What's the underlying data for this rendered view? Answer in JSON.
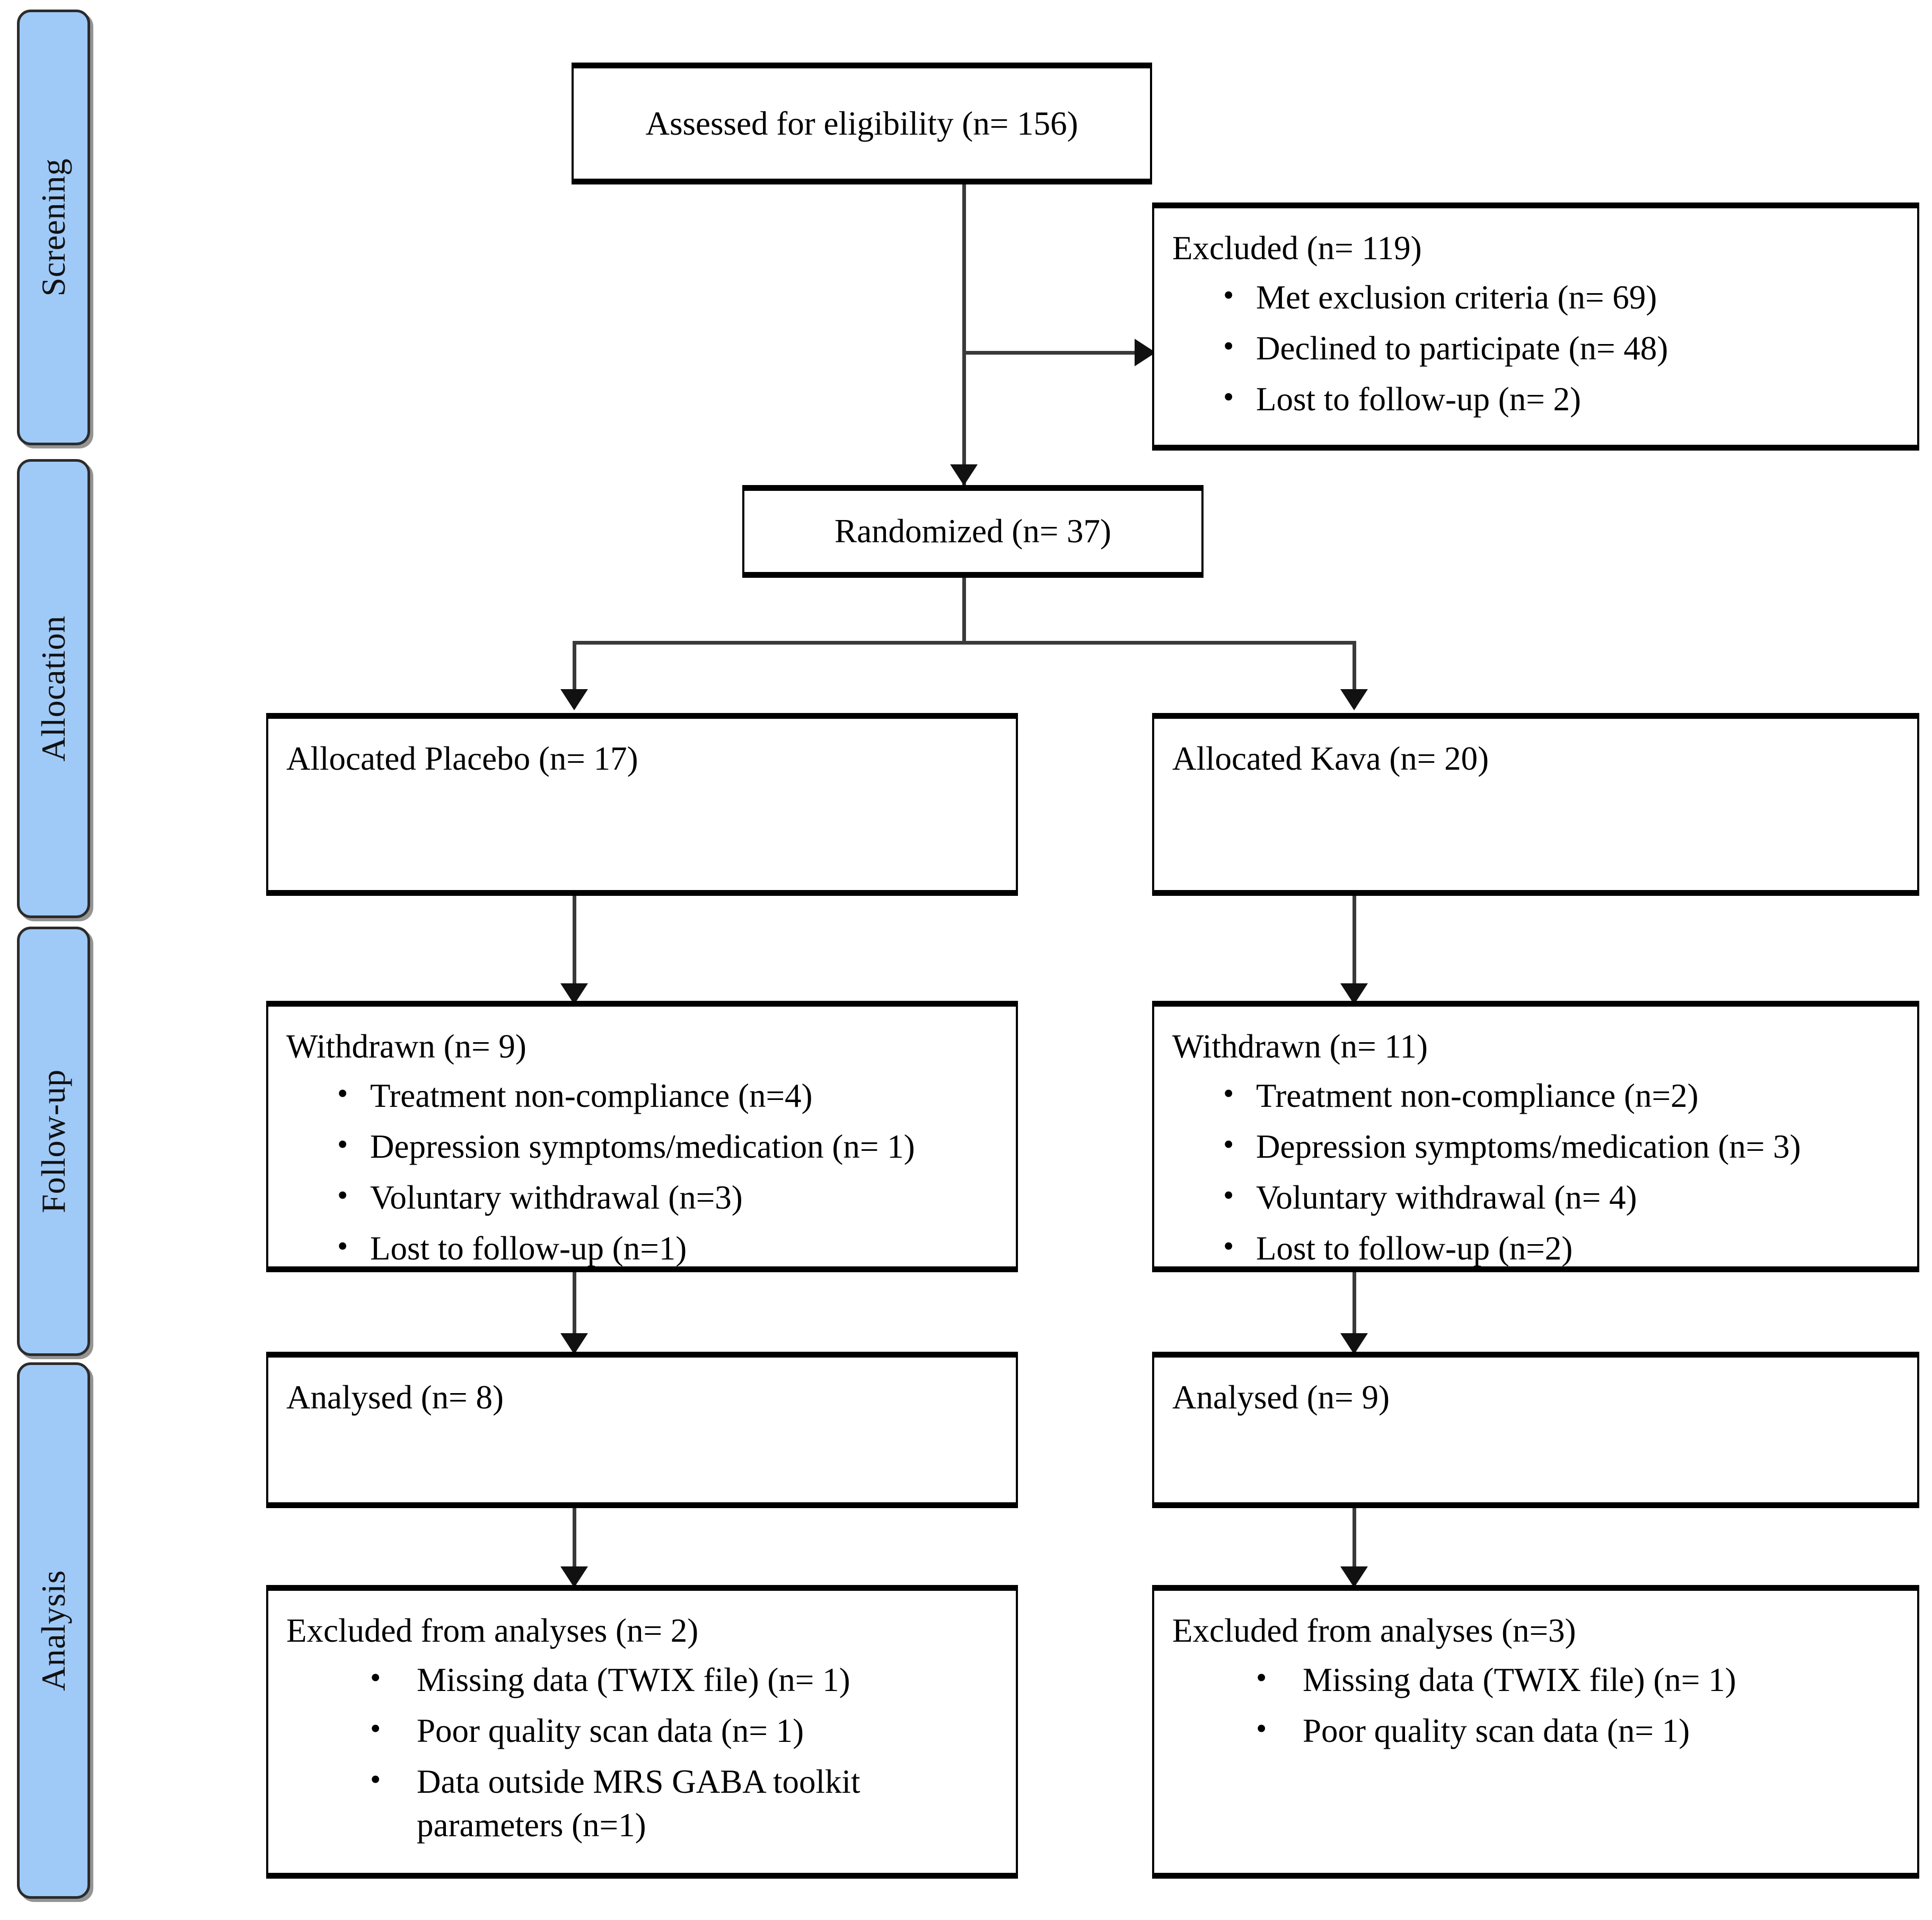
{
  "figure": {
    "type": "consort-flow-diagram",
    "accent_color": "#9FC9F7",
    "line_color": "#3a3a3a",
    "box_border_color": "#000000"
  },
  "stages": [
    {
      "label": "Screening"
    },
    {
      "label": "Allocation"
    },
    {
      "label": "Follow-up"
    },
    {
      "label": "Analysis"
    }
  ],
  "nodes": {
    "assessed": {
      "head": "Assessed for eligibility (n= 156)"
    },
    "excluded": {
      "head": "Excluded (n= 119)",
      "bullets": [
        "Met exclusion criteria (n= 69)",
        "Declined to participate (n= 48)",
        "Lost to follow-up (n= 2)"
      ]
    },
    "randomized": {
      "head": "Randomized (n= 37)"
    },
    "allocated_placebo": {
      "head": "Allocated Placebo (n= 17)"
    },
    "allocated_kava": {
      "head": "Allocated Kava (n= 20)"
    },
    "withdrawn_placebo": {
      "head": "Withdrawn (n= 9)",
      "bullets": [
        "Treatment non-compliance (n=4)",
        "Depression symptoms/medication (n= 1)",
        "Voluntary withdrawal (n=3)",
        "Lost to follow-up (n=1)"
      ]
    },
    "withdrawn_kava": {
      "head": "Withdrawn (n= 11)",
      "bullets": [
        "Treatment non-compliance (n=2)",
        "Depression symptoms/medication (n= 3)",
        "Voluntary withdrawal (n= 4)",
        "Lost to follow-up (n=2)"
      ]
    },
    "analysed_placebo": {
      "head": "Analysed (n= 8)"
    },
    "analysed_kava": {
      "head": "Analysed (n= 9)"
    },
    "excluded_analyses_placebo": {
      "head": "Excluded from analyses (n= 2)",
      "bullets": [
        "Missing data (TWIX file) (n= 1)",
        "Poor quality scan data (n= 1)",
        "Data outside MRS GABA toolkit parameters (n=1)"
      ]
    },
    "excluded_analyses_kava": {
      "head": "Excluded from analyses (n=3)",
      "bullets": [
        "Missing data (TWIX file) (n= 1)",
        "Poor quality scan data (n= 1)"
      ]
    }
  },
  "chart_data": {
    "type": "table",
    "title": "CONSORT participant flow",
    "categories": [
      "Assessed",
      "Excluded",
      "Randomized",
      "Allocated Placebo",
      "Allocated Kava",
      "Withdrawn Placebo",
      "Withdrawn Kava",
      "Analysed Placebo",
      "Analysed Kava",
      "Excluded from analyses Placebo",
      "Excluded from analyses Kava"
    ],
    "values": [
      156,
      119,
      37,
      17,
      20,
      9,
      11,
      8,
      9,
      2,
      3
    ]
  }
}
